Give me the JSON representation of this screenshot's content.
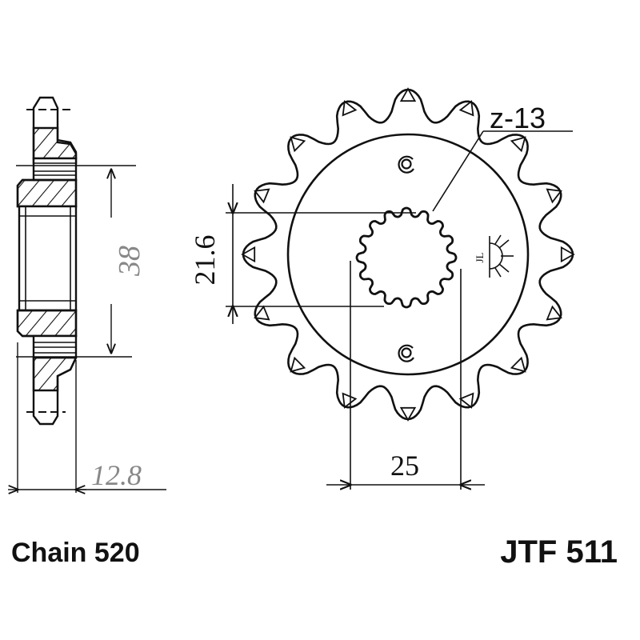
{
  "drawing": {
    "type": "front sprocket technical drawing",
    "colors": {
      "line": "#111111",
      "dim_gray": "#888888",
      "background": "#ffffff"
    },
    "side_view": {
      "dim_pcd": "38",
      "dim_width": "12.8"
    },
    "front_view": {
      "teeth_label": "z-13",
      "teeth_count_drawn": 16,
      "dim_spline_height": "21.6",
      "dim_spline_width": "25",
      "bolt_holes": 2,
      "marking_symbol": "sun-marking-icon"
    }
  },
  "labels": {
    "chain": "Chain 520",
    "part_number": "JTF 511"
  }
}
